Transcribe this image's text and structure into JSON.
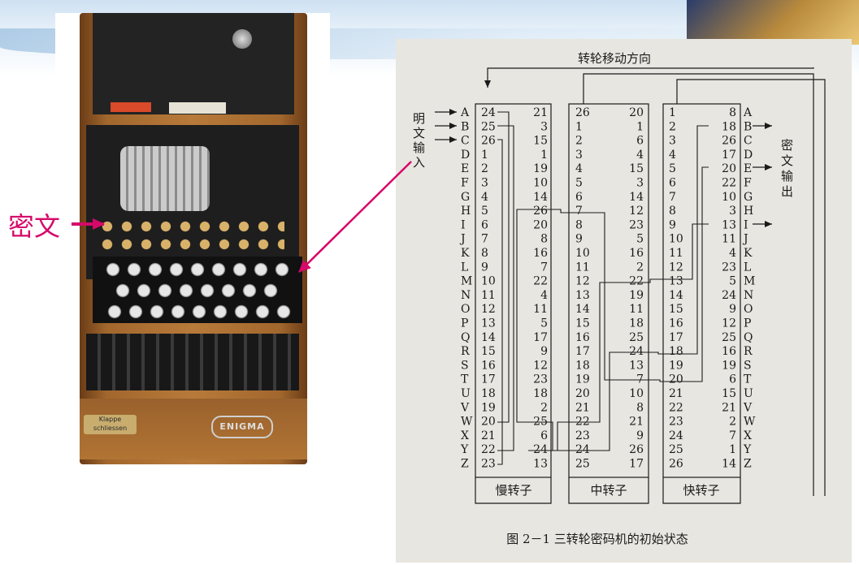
{
  "slide": {
    "cipher_label": "密文"
  },
  "photo": {
    "badge_text": "Klappe schliessen",
    "logo_text": "ENIGMA"
  },
  "diagram": {
    "rotation_label": "转轮移动方向",
    "plaintext_input_label": "明文输入",
    "ciphertext_output_label": "密文输出",
    "rotor_names": [
      "慢转子",
      "中转子",
      "快转子"
    ],
    "caption": "图 2－1    三转轮密码机的初始状态",
    "letters": [
      "A",
      "B",
      "C",
      "D",
      "E",
      "F",
      "G",
      "H",
      "I",
      "J",
      "K",
      "L",
      "M",
      "N",
      "O",
      "P",
      "Q",
      "R",
      "S",
      "T",
      "U",
      "V",
      "W",
      "X",
      "Y",
      "Z"
    ],
    "slow_left": [
      "24",
      "25",
      "26",
      "1",
      "2",
      "3",
      "4",
      "5",
      "6",
      "7",
      "8",
      "9",
      "10",
      "11",
      "12",
      "13",
      "14",
      "15",
      "16",
      "17",
      "18",
      "19",
      "20",
      "21",
      "22",
      "23"
    ],
    "slow_right": [
      "21",
      "3",
      "15",
      "1",
      "19",
      "10",
      "14",
      "26",
      "20",
      "8",
      "16",
      "7",
      "22",
      "4",
      "11",
      "5",
      "17",
      "9",
      "12",
      "23",
      "18",
      "2",
      "25",
      "6",
      "24",
      "13"
    ],
    "mid_left": [
      "26",
      "1",
      "2",
      "3",
      "4",
      "5",
      "6",
      "7",
      "8",
      "9",
      "10",
      "11",
      "12",
      "13",
      "14",
      "15",
      "16",
      "17",
      "18",
      "19",
      "20",
      "21",
      "22",
      "23",
      "24",
      "25"
    ],
    "mid_right": [
      "20",
      "1",
      "6",
      "4",
      "15",
      "3",
      "14",
      "12",
      "23",
      "5",
      "16",
      "2",
      "22",
      "19",
      "11",
      "18",
      "25",
      "24",
      "13",
      "7",
      "10",
      "8",
      "21",
      "9",
      "26",
      "17"
    ],
    "fast_left": [
      "1",
      "2",
      "3",
      "4",
      "5",
      "6",
      "7",
      "8",
      "9",
      "10",
      "11",
      "12",
      "13",
      "14",
      "15",
      "16",
      "17",
      "18",
      "19",
      "20",
      "21",
      "22",
      "23",
      "24",
      "25",
      "26"
    ],
    "fast_right": [
      "8",
      "18",
      "26",
      "17",
      "20",
      "22",
      "10",
      "3",
      "13",
      "11",
      "4",
      "23",
      "5",
      "24",
      "9",
      "12",
      "25",
      "16",
      "19",
      "6",
      "15",
      "21",
      "2",
      "7",
      "1",
      "14"
    ]
  }
}
